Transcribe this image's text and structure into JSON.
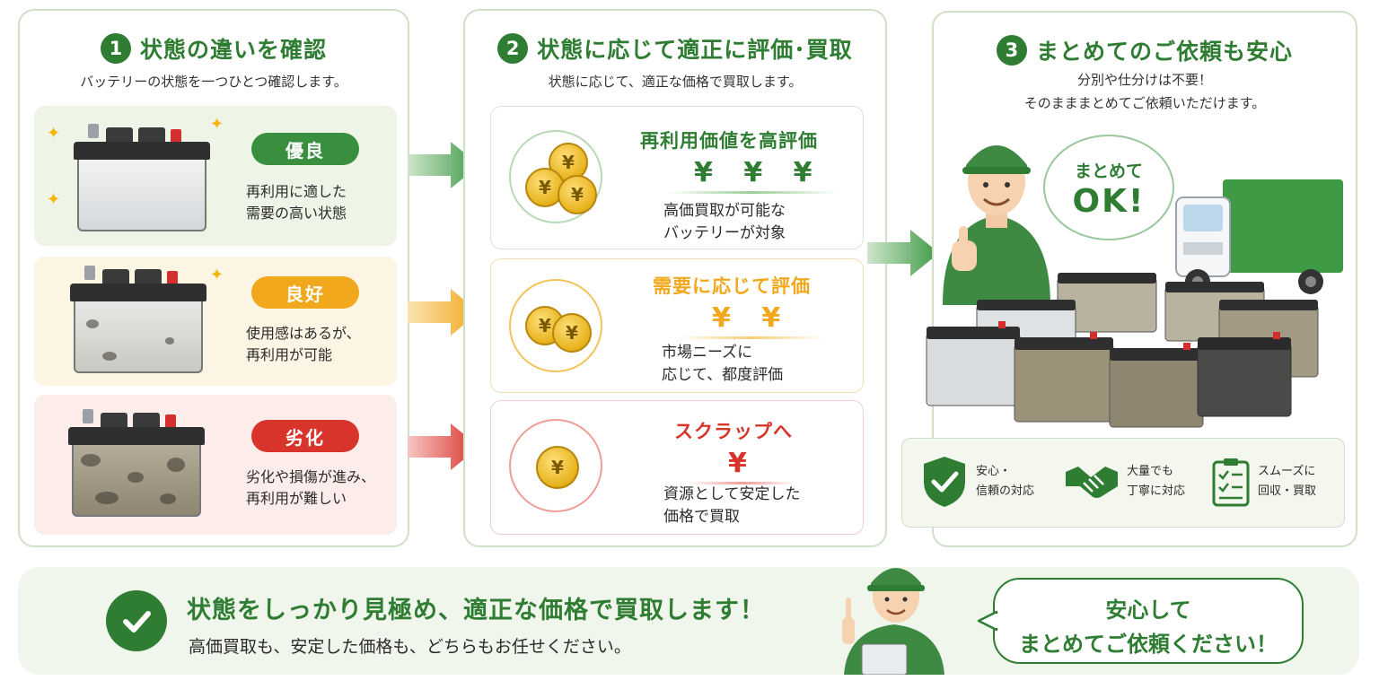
{
  "step1": {
    "number": "1",
    "title": "状態の違いを確認",
    "subtitle": "バッテリーの状態を一つひとつ確認します。",
    "cards": [
      {
        "badge": "優良",
        "desc": [
          "再利用に適した",
          "需要の高い状態"
        ]
      },
      {
        "badge": "良好",
        "desc": [
          "使用感はあるが、",
          "再利用が可能"
        ]
      },
      {
        "badge": "劣化",
        "desc": [
          "劣化や損傷が進み、",
          "再利用が難しい"
        ]
      }
    ]
  },
  "step2": {
    "number": "2",
    "title": "状態に応じて適正に評価･買取",
    "subtitle": "状態に応じて、適正な価格で買取します。",
    "rows": [
      {
        "title": "再利用価値を高評価",
        "yen": "¥ ¥ ¥",
        "desc": [
          "高価買取が可能な",
          "バッテリーが対象"
        ],
        "color": "#2e7d32"
      },
      {
        "title": "需要に応じて評価",
        "yen": "¥ ¥",
        "desc": [
          "市場ニーズに",
          "応じて、都度評価"
        ],
        "color": "#f2a81d"
      },
      {
        "title": "スクラップへ",
        "yen": "¥",
        "desc": [
          "資源として安定した",
          "価格で買取"
        ],
        "color": "#d9342b"
      }
    ],
    "coin_symbol": "¥"
  },
  "step3": {
    "number": "3",
    "title": "まとめてのご依頼も安心",
    "subtitle": [
      "分別や仕分けは不要！",
      "そのまままとめてご依頼いただけます。"
    ],
    "bubble": {
      "line1": "まとめて",
      "line2": "OK!"
    },
    "features": [
      {
        "icon": "shield-check-icon",
        "text": [
          "安心・",
          "信頼の対応"
        ]
      },
      {
        "icon": "handshake-icon",
        "text": [
          "大量でも",
          "丁寧に対応"
        ]
      },
      {
        "icon": "clipboard-check-icon",
        "text": [
          "スムーズに",
          "回収・買取"
        ]
      }
    ]
  },
  "bottom": {
    "headline": "状態をしっかり見極め、適正な価格で買取します！",
    "subline": "高価買取も、安定した価格も、どちらもお任せください。",
    "speech": [
      "安心して",
      "まとめてご依頼ください！"
    ]
  },
  "colors": {
    "brand_green": "#2e7d32",
    "good_yellow": "#f2a81d",
    "bad_red": "#d9342b"
  }
}
